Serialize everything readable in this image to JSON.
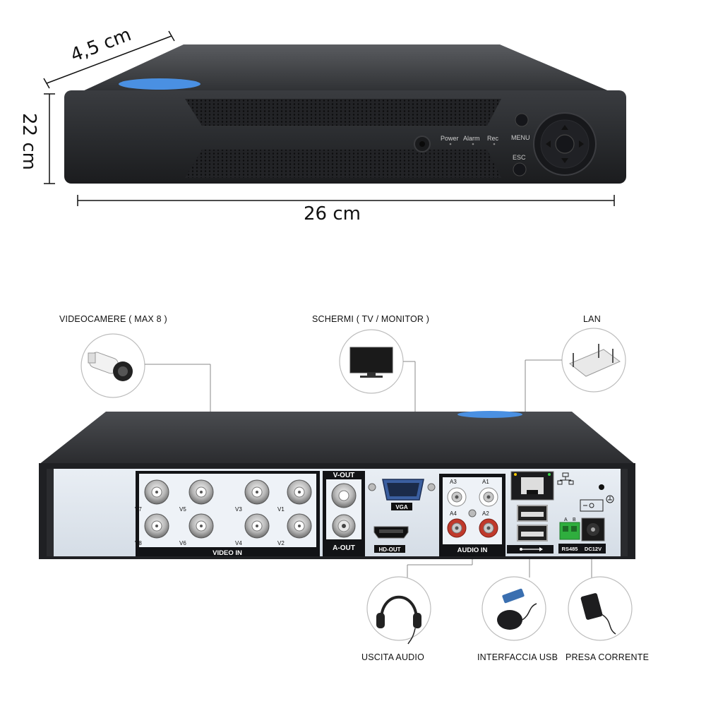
{
  "dimensions": {
    "depth": "4,5 cm",
    "height": "22 cm",
    "width": "26 cm"
  },
  "front_panel": {
    "indicator_power": "Power",
    "indicator_alarm": "Alarm",
    "indicator_rec": "Rec",
    "button_menu": "MENU",
    "button_esc": "ESC"
  },
  "connections": {
    "videocamere": "VIDEOCAMERE ( MAX 8 )",
    "schermi": "SCHERMI ( TV / MONITOR )",
    "lan": "LAN",
    "uscita_audio": "USCITA AUDIO",
    "interfaccia_usb": "INTERFACCIA USB",
    "presa_corrente": "PRESA CORRENTE"
  },
  "rear_panel": {
    "video_in": "VIDEO IN",
    "ports_top": [
      "V7",
      "V5",
      "V3",
      "V1"
    ],
    "ports_bottom": [
      "V8",
      "V6",
      "V4",
      "V2"
    ],
    "v_out": "V-OUT",
    "a_out": "A-OUT",
    "vga": "VGA",
    "hd_out": "HD-OUT",
    "audio_in": "AUDIO IN",
    "audio_ports": [
      "A3",
      "A1",
      "A4",
      "A2"
    ],
    "rs485": "RS485",
    "rs485_a": "A",
    "rs485_b": "B",
    "dc12v": "DC12V"
  }
}
